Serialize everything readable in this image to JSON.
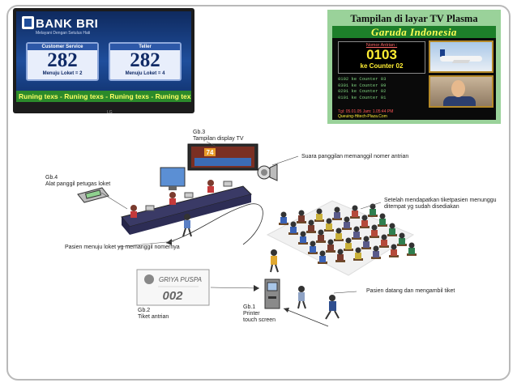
{
  "bank_tv": {
    "brand": "BANK BRI",
    "subtitle": "Melayani Dengan Setulus Hati",
    "counters": [
      {
        "title": "Customer Service",
        "number": "282",
        "footer": "Menuju Loket = 2"
      },
      {
        "title": "Teller",
        "number": "282",
        "footer": "Menuju Loket = 4"
      }
    ],
    "ticker": "Runing texs - Runing texs - Runing texs - Runing texs",
    "maker": "LG"
  },
  "plasma": {
    "title": "Tampilan di layar TV Plasma",
    "airline": "Garuda Indonesia",
    "nomor_label": "Nomor Antrian :",
    "current_number": "0103",
    "current_counter": "ke Counter 02",
    "queue": [
      "0102 ke Counter 03",
      "0301 ke Counter 09",
      "0201 ke Counter 02",
      "0101 ke Counter 01"
    ],
    "footer_1": "Tgl: 05.01.05  Jam: 1.05:44 PM",
    "footer_2": "Queuing-Hitech-Plaza.Com"
  },
  "diagram": {
    "labels": {
      "gb3": "Gb.3",
      "gb3_text": "Tampilan display TV",
      "gb4": "Gb.4",
      "gb4_text": "Alat panggil petugas loket",
      "suara": "Suara panggilan memanggil nomer antrian",
      "setelah": "Setelah mendapatkan tiketpasien menunggu ditempat yg sudah disediakan",
      "pasien_menuju": "Pasien menuju loket yg memanggil nomernya",
      "gb2": "Gb.2",
      "gb2_text": "Tiket antrian",
      "gb1": "Gb.1",
      "gb1_text_1": "Printer",
      "gb1_text_2": "touch screen",
      "pasien_datang": "Pasien datang dan mengambil tiket"
    },
    "ticket": {
      "brand": "GRIYA PUSPA",
      "number": "002"
    },
    "display_number": "74"
  }
}
